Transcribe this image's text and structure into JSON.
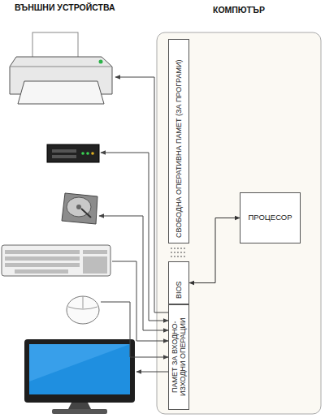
{
  "diagram": {
    "nodes": [
      {
        "text": [
          "КОМПЮТЪР"
        ]
      },
      {
        "text": [
          "СВОБОДНА ОПЕРАТИВНА ПАМЕТ (ЗА ПРОГРАМИ)"
        ],
        "in": 0
      },
      {
        "text": [
          "ПРОЦЕСОР"
        ],
        "in": 0
      },
      {
        "text": [
          "BIOS"
        ],
        "in": 0
      },
      {
        "text": [
          "ПАМЕТ ЗА ВХОДНО- ИЗХОДНИ ОПЕРАЦИИ"
        ],
        "in": 0
      }
    ],
    "edges": [
      {
        "from": 2,
        "to": 3,
        "arrow": "both"
      }
    ],
    "labels": [
      "ВЪНШНИ УСТРОЙСТВА"
    ]
  }
}
